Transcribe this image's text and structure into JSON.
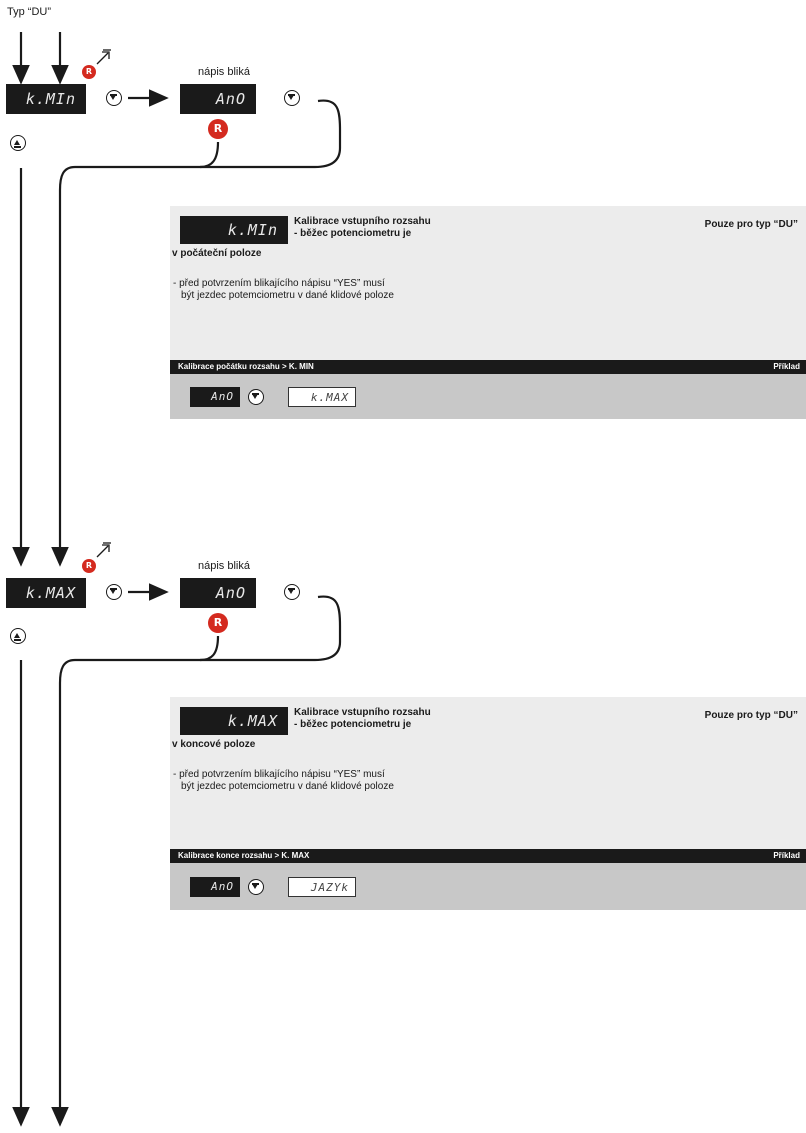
{
  "header": {
    "type_label": "Typ “DU”"
  },
  "section1": {
    "main_display": "k.MIn",
    "blink_label": "nápis bliká",
    "value_display": "AnO",
    "reset_label": "R",
    "panel": {
      "display": "k.MIn",
      "title_line1": "Kalibrace vstupního rozsahu",
      "title_line2": "- běžec potenciometru je",
      "title_line3": "v počáteční poloze",
      "right_note": "Pouze pro typ “DU”",
      "note_line1": "- před potvrzením blikajícího nápisu “YES” musí",
      "note_line2": "být jezdec potemciometru v dané klidové poloze",
      "bar_left": "Kalibrace počátku rozsahu  > K. MIN",
      "bar_right": "Příklad",
      "example_from": "AnO",
      "example_to": "k.MAX"
    }
  },
  "section2": {
    "main_display": "k.MAX",
    "blink_label": "nápis bliká",
    "value_display": "AnO",
    "reset_label": "R",
    "panel": {
      "display": "k.MAX",
      "title_line1": "Kalibrace vstupního rozsahu",
      "title_line2": "- běžec potenciometru je",
      "title_line3": "v koncové poloze",
      "right_note": "Pouze pro typ “DU”",
      "note_line1": "- před potvrzením blikajícího nápisu “YES” musí",
      "note_line2": "být jezdec potemciometru v dané klidové poloze",
      "bar_left": "Kalibrace konce rozsahu  > K. MAX",
      "bar_right": "Příklad",
      "example_from": "AnO",
      "example_to": "JAZYk"
    }
  },
  "icons": {
    "down": "down-arrow-button-icon",
    "up": "up-arrow-button-icon",
    "reset": "reset-button-icon"
  },
  "colors": {
    "display_bg": "#1a1a1a",
    "reset_red": "#d42a1f",
    "panel_bg": "#ececec",
    "example_bg": "#c8c8c8"
  }
}
